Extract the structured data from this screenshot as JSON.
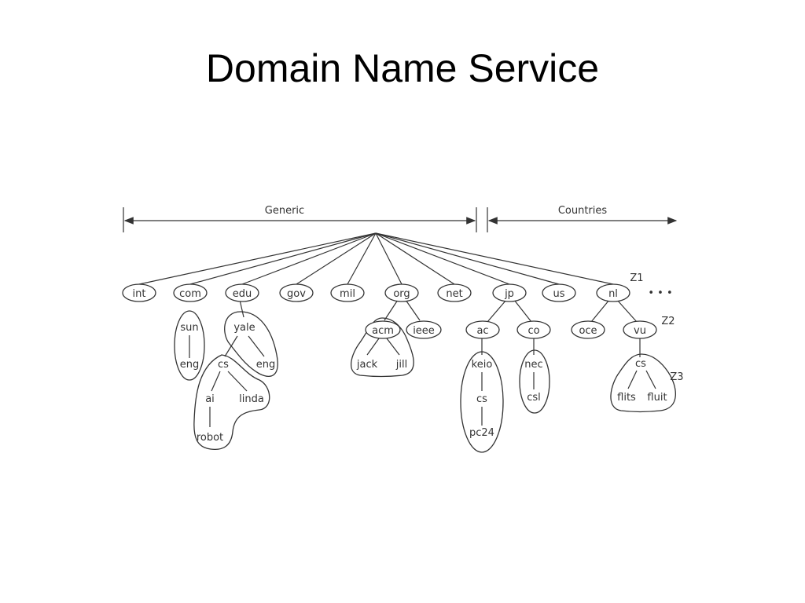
{
  "slide": {
    "title": "Domain Name Service"
  },
  "diagram": {
    "ranges": {
      "generic": "Generic",
      "countries": "Countries"
    },
    "tld": [
      "int",
      "com",
      "edu",
      "gov",
      "mil",
      "org",
      "net",
      "jp",
      "us",
      "nl"
    ],
    "ellipsis": "• • •",
    "zones": {
      "z1": "Z1",
      "z2": "Z2",
      "z3": "Z3"
    },
    "nodes": {
      "sun": "sun",
      "eng_com": "eng",
      "yale": "yale",
      "cs_yale": "cs",
      "eng_yale": "eng",
      "ai": "ai",
      "linda": "linda",
      "robot": "robot",
      "acm": "acm",
      "ieee": "ieee",
      "jack": "jack",
      "jill": "jill",
      "ac": "ac",
      "co": "co",
      "keio": "keio",
      "cs_keio": "cs",
      "pc24": "pc24",
      "nec": "nec",
      "csl": "csl",
      "oce": "oce",
      "vu": "vu",
      "cs_vu": "cs",
      "flits": "flits",
      "fluit": "fluit"
    }
  }
}
